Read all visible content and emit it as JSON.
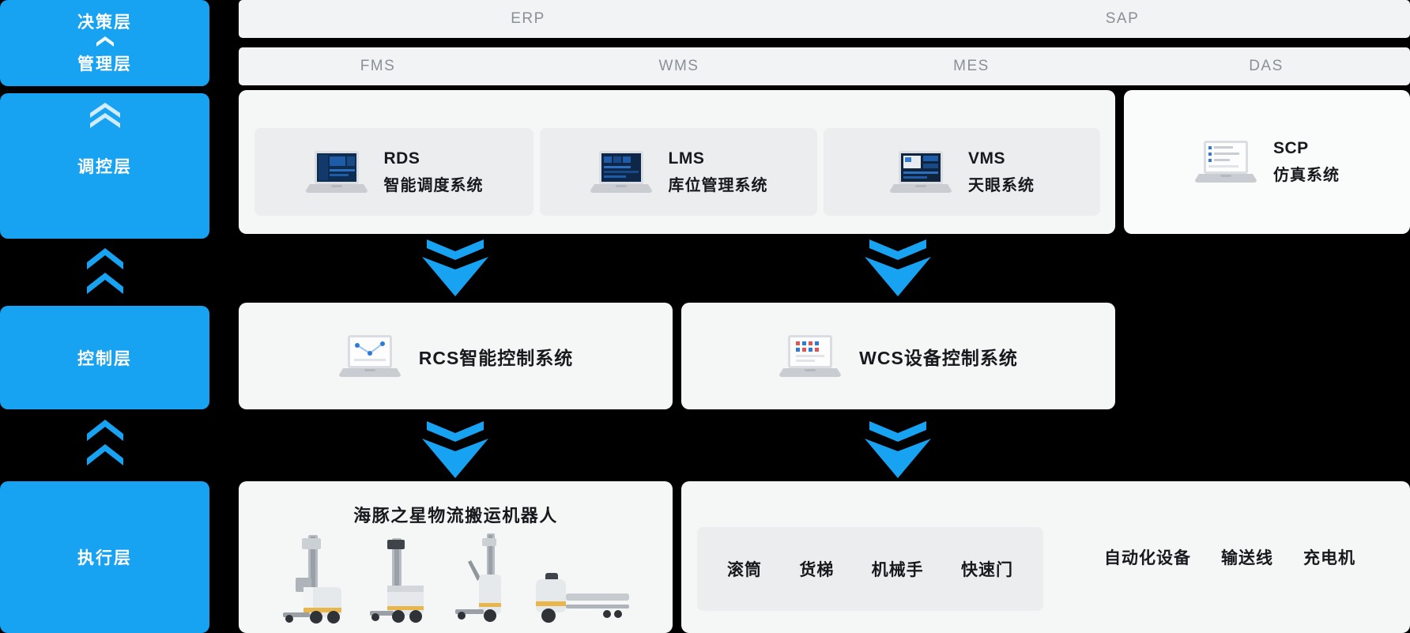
{
  "colors": {
    "background": "#000000",
    "accent_blue": "#18A2F2",
    "panel_gray": "#F5F6F6",
    "card_gray": "#EBEDEE",
    "bar_gray": "#F2F3F4",
    "muted_text": "#8A8F98",
    "text": "#17191C",
    "yellow_accent": "#E8B64A"
  },
  "layer_column": {
    "decision": "决策层",
    "management": "管理层",
    "regulation": "调控层",
    "control": "控制层",
    "execution": "执行层"
  },
  "top_bars": {
    "row1": [
      "ERP",
      "SAP"
    ],
    "row2": [
      "FMS",
      "WMS",
      "MES",
      "DAS"
    ]
  },
  "regulation_row": {
    "rds": {
      "title": "RDS",
      "subtitle": "智能调度系统"
    },
    "lms": {
      "title": "LMS",
      "subtitle": "库位管理系统"
    },
    "vms": {
      "title": "VMS",
      "subtitle": "天眼系统"
    },
    "scp": {
      "title": "SCP",
      "subtitle": "仿真系统"
    }
  },
  "control_row": {
    "rcs_label": "RCS智能控制系统",
    "wcs_label": "WCS设备控制系统"
  },
  "execution_row": {
    "robots_title": "海豚之星物流搬运机器人",
    "equipment_group": [
      "滚筒",
      "货梯",
      "机械手",
      "快速门"
    ],
    "equipment_extra": [
      "自动化设备",
      "输送线",
      "充电机"
    ]
  },
  "icons": {
    "laptop": "laptop-icon",
    "up_arrow": "chevron-up-icon",
    "down_arrow": "double-arrow-down-icon",
    "robot_images": [
      "forklift-agv-icon-1",
      "forklift-agv-icon-2",
      "forklift-agv-icon-3",
      "pallet-truck-agv-icon"
    ]
  }
}
